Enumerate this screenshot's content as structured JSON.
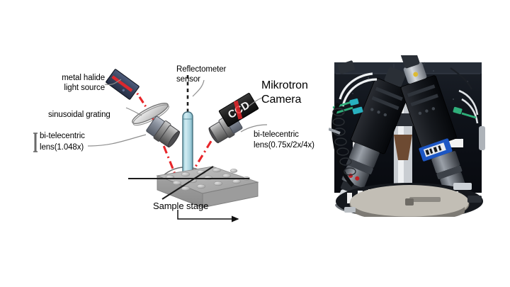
{
  "figure": {
    "type": "schematic-with-photograph",
    "background_color": "#ffffff",
    "left_panel_title": "Optical measurement head schematic",
    "right_panel_title": "Photograph of the measurement head"
  },
  "labels": {
    "light_source_line1": "metal halide",
    "light_source_line2": "light source",
    "grating": "sinusoidal grating",
    "illum_lens_line1": "bi-telecentric",
    "illum_lens_line2": "lens(1.048x)",
    "reflectometer_line1": "Reflectometer",
    "reflectometer_line2": "sensor",
    "camera_line1": "Mikrotron",
    "camera_line2": "Camera",
    "imaging_lens_line1": "bi-telecentric",
    "imaging_lens_line2": "lens(0.75x/2x/4x)",
    "sample_stage": "Sample stage",
    "ccd_body_text": "CCD"
  },
  "colors": {
    "beam": "#e8262a",
    "light_source_body": "#3c4a66",
    "light_source_edge": "#1d2535",
    "sensor_body": "#b8dee6",
    "sensor_edge": "#4a7d8c",
    "lens_metal": "#9a9a9a",
    "lens_metal_dark": "#5d5d5d",
    "camera_body": "#1a1a1a",
    "stage_top": "#b3b3b3",
    "stage_side": "#8d8d8d",
    "leader_line": "#8a8a8a",
    "axis_line": "#1a1a1a",
    "text": "#000000",
    "photo_dark": "#0d1016"
  },
  "optical_elements": [
    {
      "name": "metal-halide-light-source",
      "shape": "tilted-rectangle"
    },
    {
      "name": "sinusoidal-grating",
      "shape": "tilted-ellipse"
    },
    {
      "name": "illumination-bi-telecentric-lens",
      "shape": "cylinder-stack"
    },
    {
      "name": "reflectometer-sensor",
      "shape": "vertical-capsule"
    },
    {
      "name": "imaging-bi-telecentric-lens",
      "shape": "cylinder-stack"
    },
    {
      "name": "ccd-camera",
      "shape": "tilted-box"
    },
    {
      "name": "sample-stage",
      "shape": "isometric-slab-with-dimples"
    }
  ],
  "beam_paths": [
    {
      "name": "illumination-beam",
      "style": "dash-dot",
      "color": "#e8262a"
    },
    {
      "name": "reflected-beam",
      "style": "dash-dot",
      "color": "#e8262a"
    }
  ],
  "annotations": {
    "normal_axis": "vertical dashed black line through sample point",
    "incidence_arc": "gray arc spanning incident and reflected beams",
    "stage_axes": "black in-plane axis lines through sample point",
    "stage_arrow": "leader with arrow from sample stage label"
  }
}
